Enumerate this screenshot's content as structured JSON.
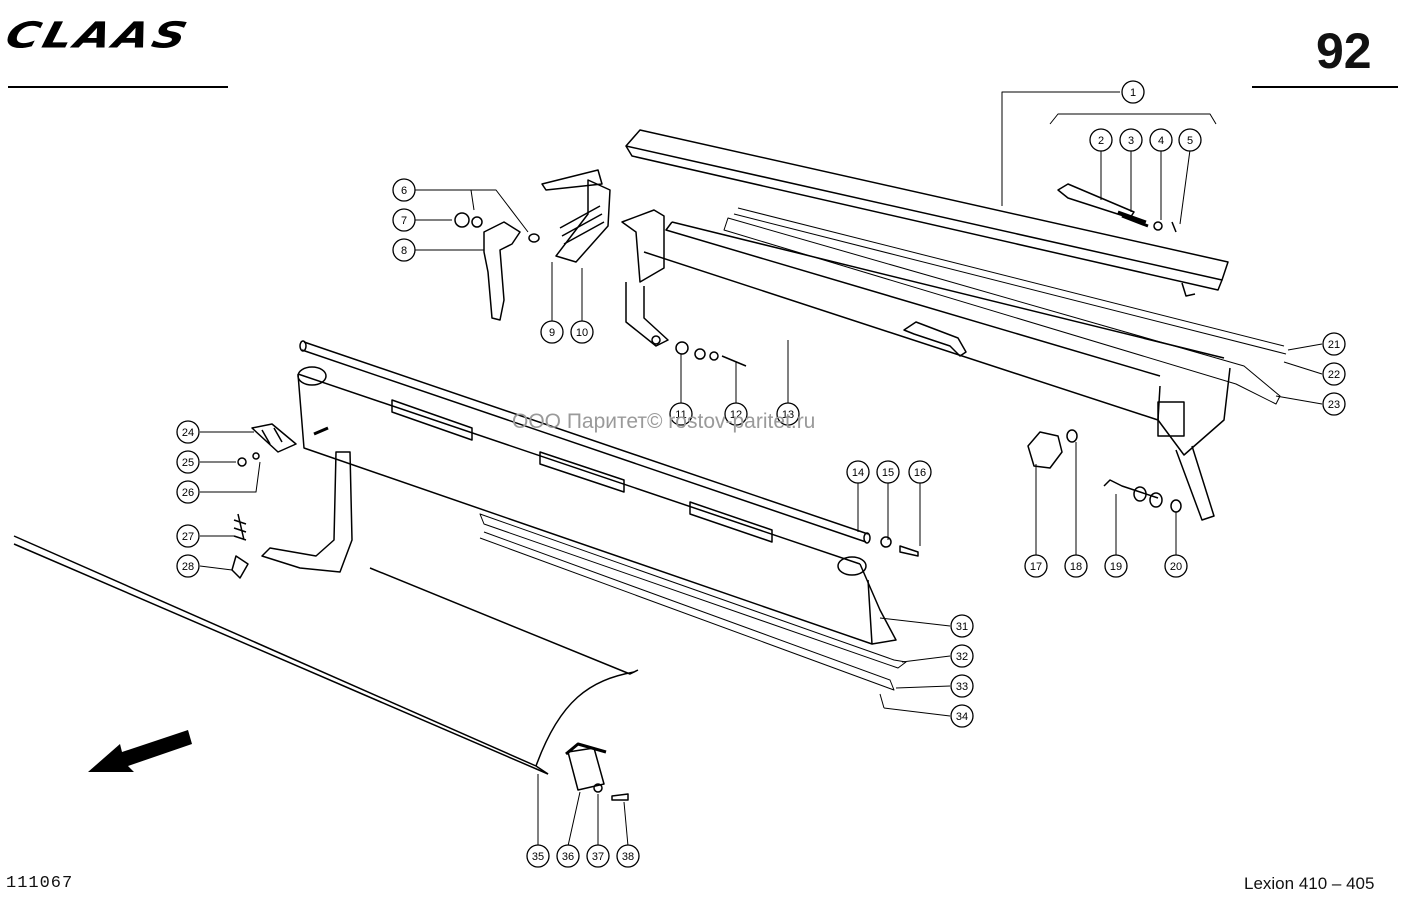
{
  "brand": "CLAAS",
  "page_number": "92",
  "drawing_number": "111067",
  "model": "Lexion 410 – 405",
  "watermark": "ООО Паритет© rostov-paritet.ru",
  "callouts": [
    "1",
    "2",
    "3",
    "4",
    "5",
    "6",
    "7",
    "8",
    "9",
    "10",
    "11",
    "12",
    "13",
    "14",
    "15",
    "16",
    "17",
    "18",
    "19",
    "20",
    "21",
    "22",
    "23",
    "24",
    "25",
    "26",
    "27",
    "28",
    "31",
    "32",
    "33",
    "34",
    "35",
    "36",
    "37",
    "38"
  ]
}
